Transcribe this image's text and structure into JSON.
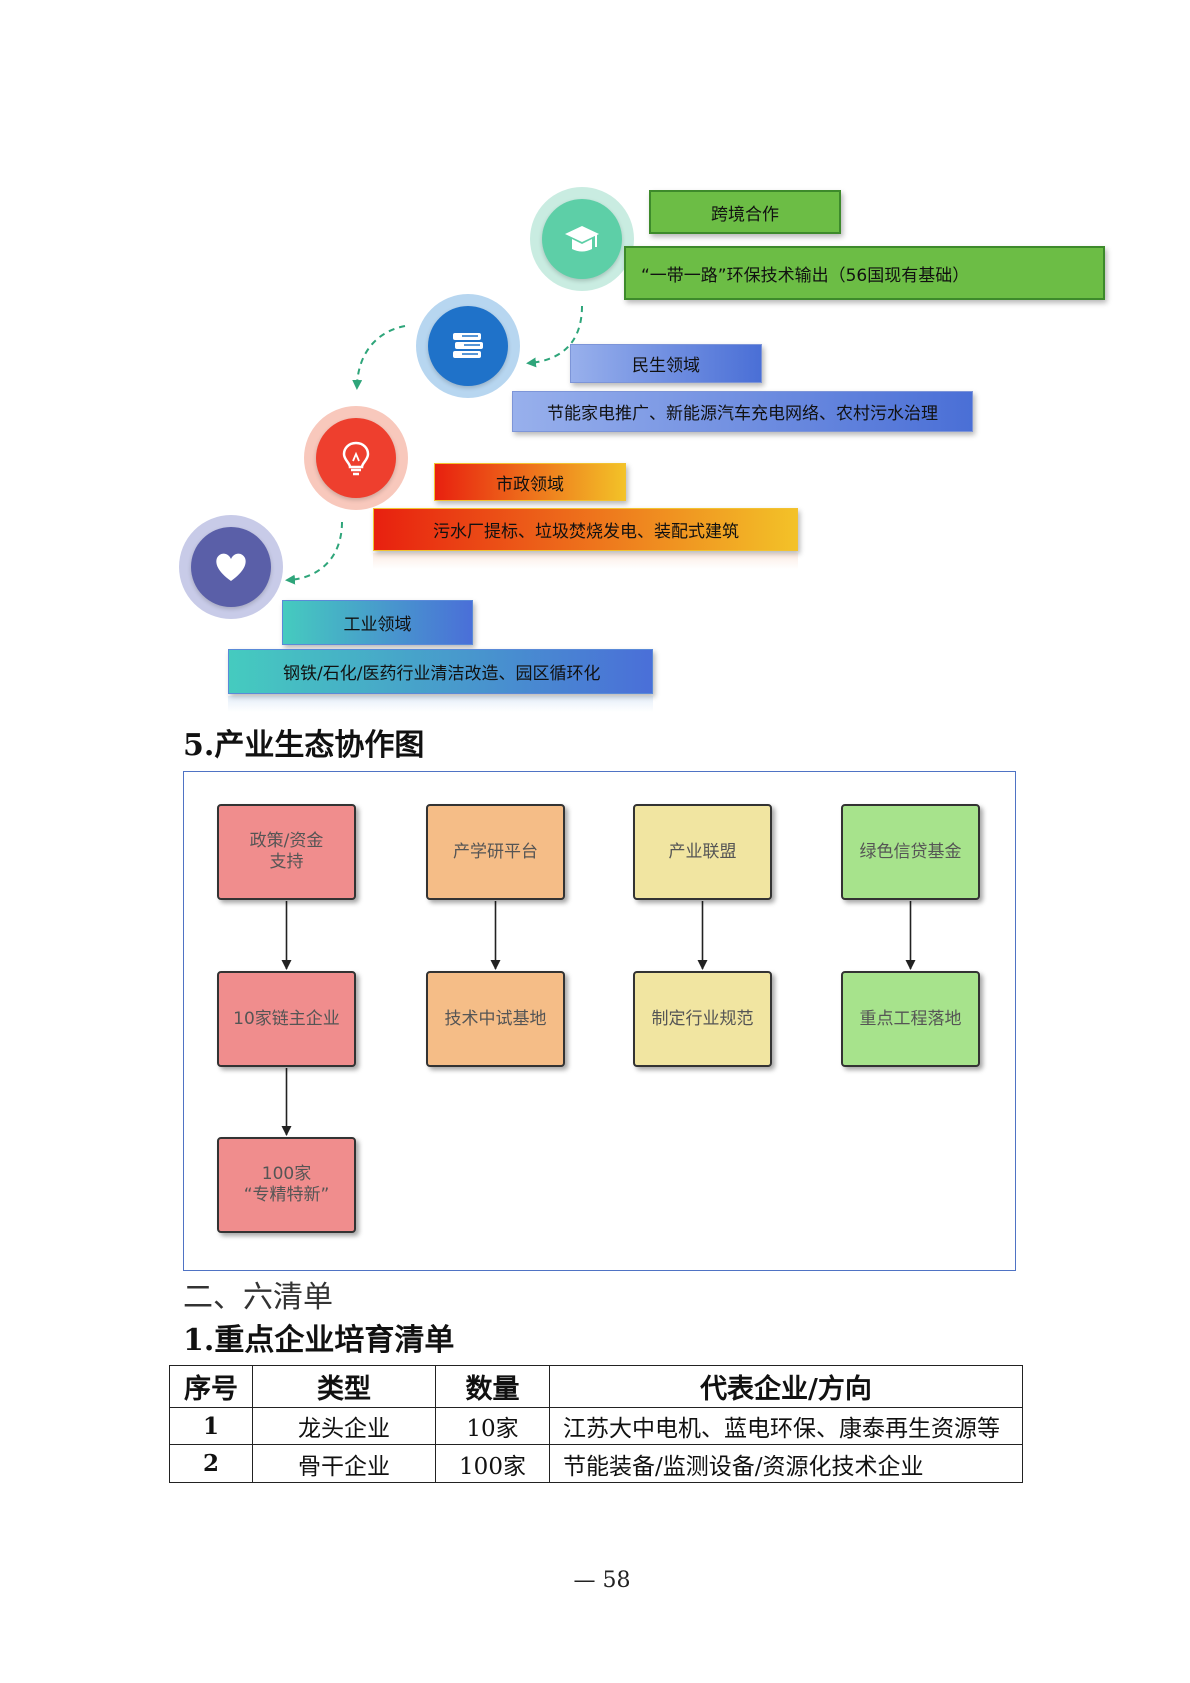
{
  "ecosystem": {
    "levels": [
      {
        "icon": "graduation-cap-icon",
        "tag": "跨境合作",
        "desc": "“一带一路”环保技术输出（56国现有基础）",
        "colors": [
          "#6cbd45",
          "#6cbd45"
        ],
        "ring": "#c9ece1",
        "core": "#5dcfa7"
      },
      {
        "icon": "books-icon",
        "tag": "民生领域",
        "desc": "节能家电推广、新能源汽车充电网络、农村污水治理",
        "colors": [
          "#98b0ec",
          "#4a6fd6"
        ],
        "ring": "#b7d6f0",
        "core": "#1f72c9"
      },
      {
        "icon": "lightbulb-icon",
        "tag": "市政领域",
        "desc": "污水厂提标、垃圾焚烧发电、装配式建筑",
        "colors": [
          "#e8200f",
          "#f3c228"
        ],
        "ring": "#f8c8bc",
        "core": "#ee3f2e"
      },
      {
        "icon": "heart-icon",
        "tag": "工业领域",
        "desc": "钢铁/石化/医药行业清洁改造、园区循环化",
        "colors": [
          "#45cbbf",
          "#4a6fd8"
        ],
        "ring": "#c8cbe8",
        "core": "#5a5fa8"
      }
    ]
  },
  "section5": {
    "title": "5.产业生态协作图"
  },
  "flowchart": {
    "columns": [
      {
        "color": "#f08d8d",
        "nodes": [
          "政策/资金\n支持",
          "10家链主企业",
          "100家\n“专精特新”"
        ]
      },
      {
        "color": "#f5bd87",
        "nodes": [
          "产学研平台",
          "技术中试基地"
        ]
      },
      {
        "color": "#f1e5a1",
        "nodes": [
          "产业联盟",
          "制定行业规范"
        ]
      },
      {
        "color": "#a7e38c",
        "nodes": [
          "绿色信贷基金",
          "重点工程落地"
        ]
      }
    ]
  },
  "section6": {
    "heading": "二、六清单",
    "sub_heading": "1.重点企业培育清单"
  },
  "table": {
    "headers": [
      "序号",
      "类型",
      "数量",
      "代表企业/方向"
    ],
    "rows": [
      [
        "1",
        "龙头企业",
        "10家",
        "江苏大中电机、蓝电环保、康泰再生资源等"
      ],
      [
        "2",
        "骨干企业",
        "100家",
        "节能装备/监测设备/资源化技术企业"
      ]
    ]
  },
  "footer": {
    "page_number": "— 58"
  }
}
